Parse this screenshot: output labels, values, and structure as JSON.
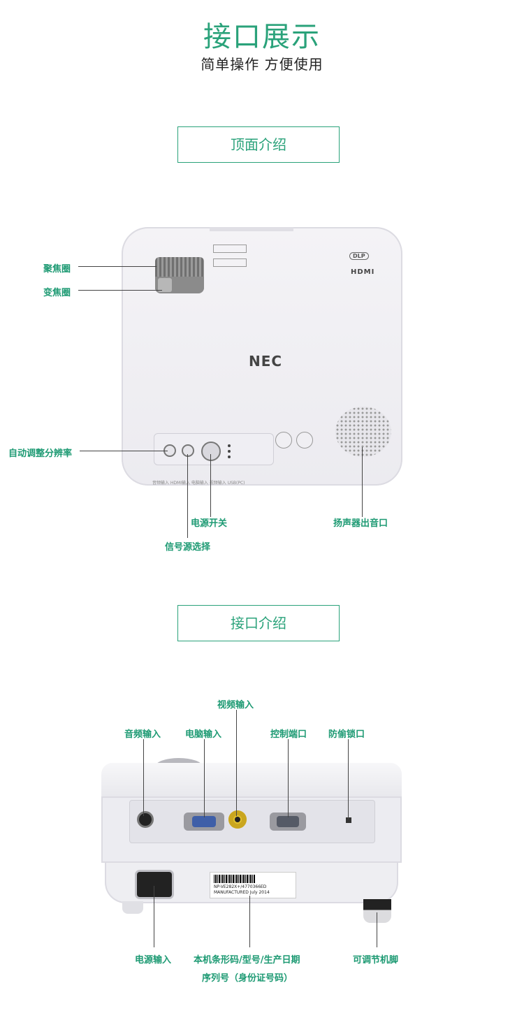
{
  "header": {
    "title": "接口展示",
    "subtitle": "简单操作 方便使用"
  },
  "sections": {
    "top": {
      "heading": "顶面介绍"
    },
    "ports": {
      "heading": "接口介绍"
    }
  },
  "top_view": {
    "labels": {
      "focus_ring": "聚焦圈",
      "zoom_ring": "变焦圈",
      "auto_adjust": "自动调整分辨率",
      "power_switch": "电源开关",
      "source_select": "信号源选择",
      "speaker_out": "扬声器出音口"
    },
    "logo": "NEC",
    "dlp": "DLP",
    "hdmi": "HDMI",
    "port_row": "音频输入 HDMI输入 电脑输入 视频输入 USB(PC)"
  },
  "back_view": {
    "labels": {
      "video_in": "视频输入",
      "audio_in": "音频输入",
      "pc_in": "电脑输入",
      "control_port": "控制端口",
      "anti_theft": "防偷锁口",
      "power_in": "电源输入",
      "barcode_line1": "本机条形码/型号/生产日期",
      "barcode_line2": "序列号（身份证号码）",
      "adjust_foot": "可调节机脚"
    },
    "sticker": {
      "line1": "NP-VE282X+/4770366ED",
      "line2": "MANUFACTURED July 2014"
    }
  }
}
